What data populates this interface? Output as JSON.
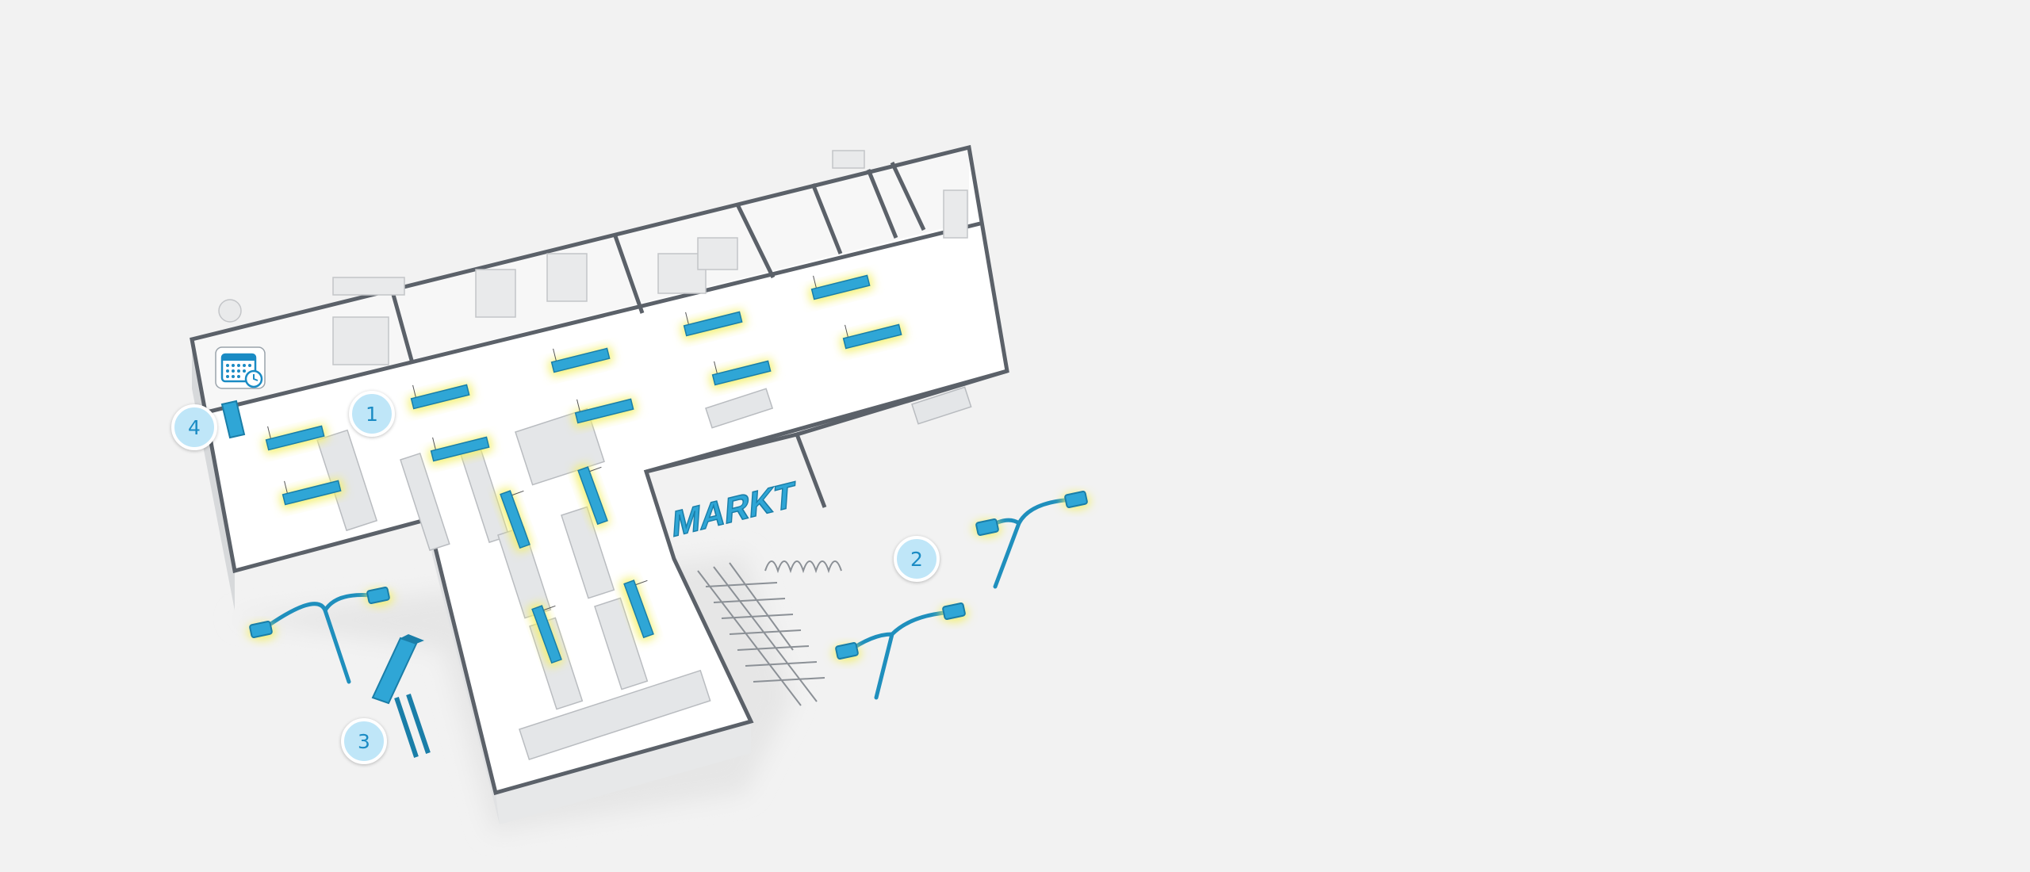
{
  "scene": {
    "sign_text": "MARKT",
    "colors": {
      "background": "#f2f2f2",
      "wall": "#5b6169",
      "floor": "#ffffff",
      "fixture": "#2fa6d6",
      "fixture_dark": "#1a7ea8",
      "glow": "#f3f06a",
      "hotspot_fill": "#bfe6f8",
      "hotspot_text": "#1a8bc4"
    },
    "icons": [
      "calendar-clock-icon",
      "street-lamp-icon",
      "pylon-sign-icon",
      "wall-sign-icon"
    ]
  },
  "hotspots": [
    {
      "label": "1"
    },
    {
      "label": "2"
    },
    {
      "label": "3"
    },
    {
      "label": "4"
    }
  ]
}
